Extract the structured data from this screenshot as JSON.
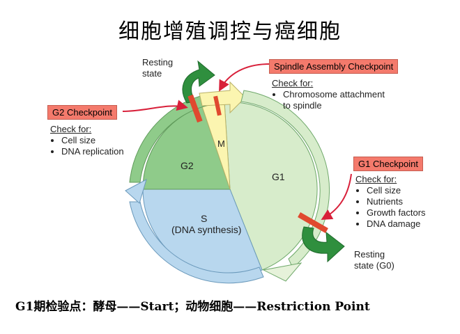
{
  "title": "细胞增殖调控与癌细胞",
  "resting_state_top": [
    "Resting",
    "state"
  ],
  "resting_state_bottom": [
    "Resting",
    "state (G0)"
  ],
  "phases": {
    "m": "M",
    "g1": "G1",
    "g2": "G2",
    "s": "S",
    "s_sub": "(DNA synthesis)"
  },
  "checkpoints": {
    "g2": {
      "title": "G2 Checkpoint",
      "check_for": "Check for:",
      "items": [
        "Cell size",
        "DNA replication"
      ]
    },
    "spindle": {
      "title": "Spindle Assembly Checkpoint",
      "check_for": "Check for:",
      "items": [
        "Chromosome attachment",
        "to spindle"
      ]
    },
    "g1": {
      "title": "G1 Checkpoint",
      "check_for": "Check for:",
      "items": [
        "Cell size",
        "Nutrients",
        "Growth factors",
        "DNA damage"
      ]
    }
  },
  "footer": "G1期检验点：酵母——Start；动物细胞——Restriction Point",
  "colors": {
    "m_phase": "#fbf5b0",
    "g1_phase": "#d7eccb",
    "g2_phase": "#8fcb8a",
    "s_phase": "#b8d7ee",
    "checkpoint_box": "#f47a6c",
    "checkpoint_bar": "#e0492f",
    "pointer": "#d8203a",
    "resting_arrow": "#2f8f3e"
  }
}
